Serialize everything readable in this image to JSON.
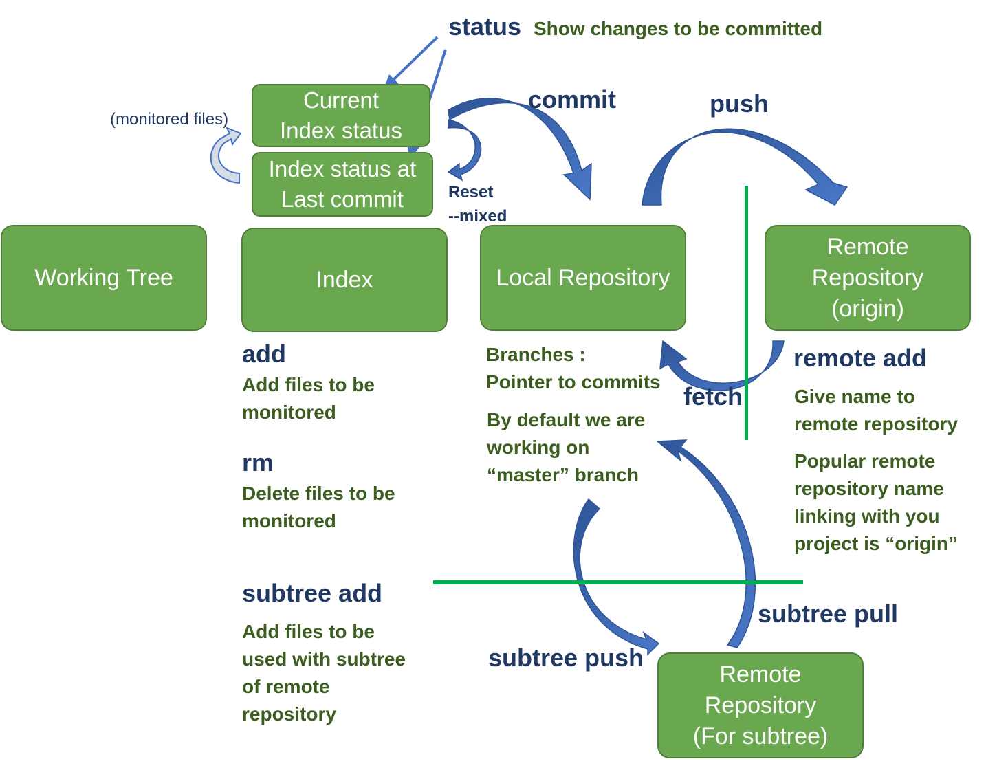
{
  "boxes": {
    "current_index_status": [
      "Current",
      "Index status"
    ],
    "index_status_last_commit": [
      "Index status at",
      "Last commit"
    ],
    "working_tree": [
      "Working Tree"
    ],
    "index": [
      "Index"
    ],
    "local_repository": [
      "Local Repository"
    ],
    "remote_origin": [
      "Remote",
      "Repository",
      "(origin)"
    ],
    "remote_subtree": [
      "Remote",
      "Repository",
      "(For subtree)"
    ]
  },
  "commands": {
    "status": "status",
    "commit": "commit",
    "push": "push",
    "fetch": "fetch",
    "remote_add": "remote add",
    "add": "add",
    "rm": "rm",
    "subtree_add": "subtree add",
    "subtree_push": "subtree push",
    "subtree_pull": "subtree pull"
  },
  "labels": {
    "status_desc": "Show changes to be committed",
    "monitored_files": "(monitored files)",
    "reset_mixed": [
      "Reset",
      "--mixed"
    ]
  },
  "descriptions": {
    "add": [
      "Add files to be",
      "monitored"
    ],
    "rm": [
      "Delete files to be",
      "monitored"
    ],
    "subtree_add": [
      "Add files to be",
      "used with subtree",
      "of remote",
      "repository"
    ],
    "branches": [
      "Branches :",
      "Pointer to commits"
    ],
    "default_branch": [
      "By default we are",
      "working on",
      "“master” branch"
    ],
    "remote_add_give_name": [
      "Give name to",
      "remote repository"
    ],
    "remote_add_popular": [
      "Popular remote",
      "repository name",
      "linking with you",
      "project is “origin”"
    ]
  },
  "colors": {
    "box_fill": "#6aa84f",
    "box_border": "#4f7e38",
    "command_text": "#203864",
    "description_text": "#3b5e1f",
    "arrow_blue": "#4472c4",
    "divider_green": "#00b050"
  }
}
